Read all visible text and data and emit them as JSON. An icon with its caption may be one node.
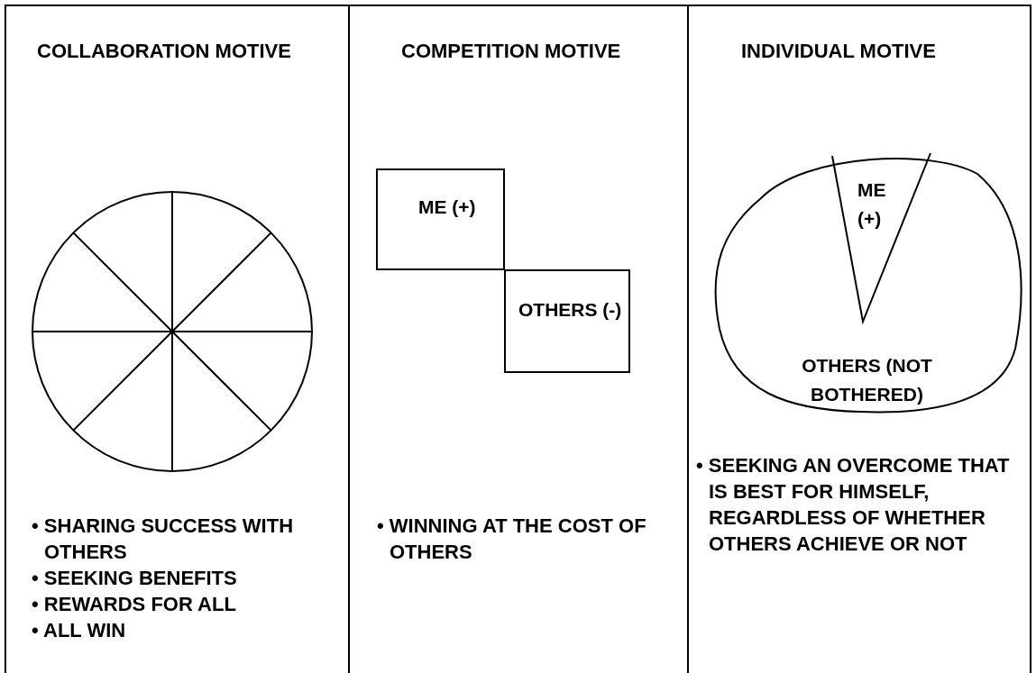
{
  "diagram": {
    "nodes": [
      {
        "text": [
          "COLLABORATION MOTIVE",
          "• SHARING SUCCESS WITH OTHERS",
          "• SEEKING BENEFITS",
          "• REWARDS FOR ALL",
          "• ALL WIN"
        ]
      },
      {
        "text": [],
        "shape": "circle",
        "in": 0
      },
      {
        "text": [
          "COMPETITION MOTIVE",
          "• WINNING AT THE COST OF OTHERS"
        ]
      },
      {
        "text": [
          "ME (+)"
        ],
        "in": 2
      },
      {
        "text": [
          "OTHERS (-)"
        ],
        "in": 2
      },
      {
        "text": [
          "INDIVIDUAL MOTIVE",
          "• SEEKING AN OVERCOME THAT IS BEST FOR HIMSELF, REGARDLESS OF WHETHER OTHERS ACHIEVE OR NOT"
        ]
      },
      {
        "text": [
          "OTHERS (NOT BOTHERED)"
        ],
        "in": 5
      },
      {
        "text": [
          "ME (+)"
        ],
        "in": 6
      }
    ],
    "edges": []
  }
}
